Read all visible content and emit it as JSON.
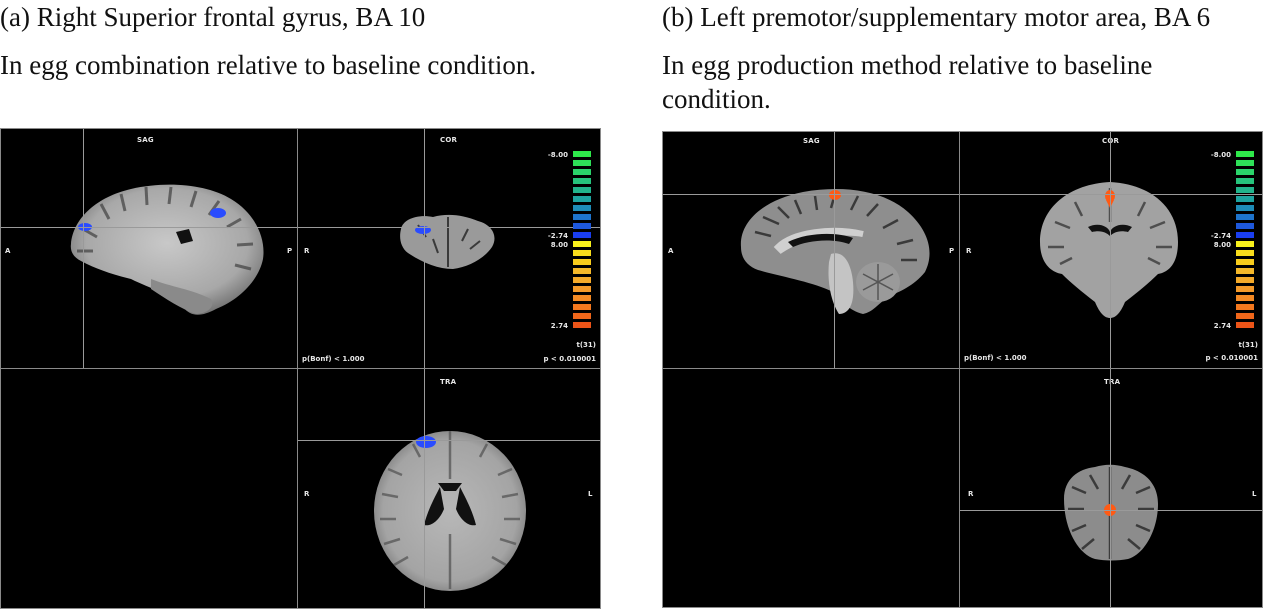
{
  "panels": [
    {
      "id": "a",
      "title": "(a) Right Superior frontal gyrus, BA 10",
      "subtitle": "In egg combination relative to baseline condition.",
      "activation_color": "#2a4cff",
      "views": {
        "sag": {
          "label": "SAG",
          "left": "A",
          "right": "P"
        },
        "cor": {
          "label": "COR",
          "left": "R"
        },
        "tra": {
          "label": "TRA",
          "left": "R",
          "right": "L"
        }
      },
      "stats": {
        "bonf": "p(Bonf) < 1.000",
        "p": "p < 0.010001",
        "df": "t(31)"
      }
    },
    {
      "id": "b",
      "title": "(b) Left premotor/supplementary motor area, BA 6",
      "subtitle": "In egg production method relative to baseline condition.",
      "activation_color": "#ff5a14",
      "views": {
        "sag": {
          "label": "SAG",
          "left": "A",
          "right": "P"
        },
        "cor": {
          "label": "COR",
          "left": "R"
        },
        "tra": {
          "label": "TRA",
          "left": "R",
          "right": "L"
        }
      },
      "stats": {
        "bonf": "p(Bonf) < 1.000",
        "p": "p < 0.010001",
        "df": "t(31)"
      }
    }
  ],
  "colorbar": {
    "neg_max_label": "-8.00",
    "neg_min_label": "-2.74",
    "pos_max_label": "8.00",
    "pos_min_label": "2.74",
    "negative_colors": [
      "#2ee84a",
      "#2ee058",
      "#2ad46a",
      "#26c47c",
      "#22b48c",
      "#1ea4a0",
      "#1e8cb8",
      "#1e74cc",
      "#1e58dc",
      "#1a3ef0"
    ],
    "positive_colors": [
      "#f8f01c",
      "#f8dc1c",
      "#f8cc1c",
      "#f4b82a",
      "#f4aa2a",
      "#f49a2a",
      "#f48a24",
      "#f4781e",
      "#f0661a",
      "#ec5418"
    ]
  }
}
